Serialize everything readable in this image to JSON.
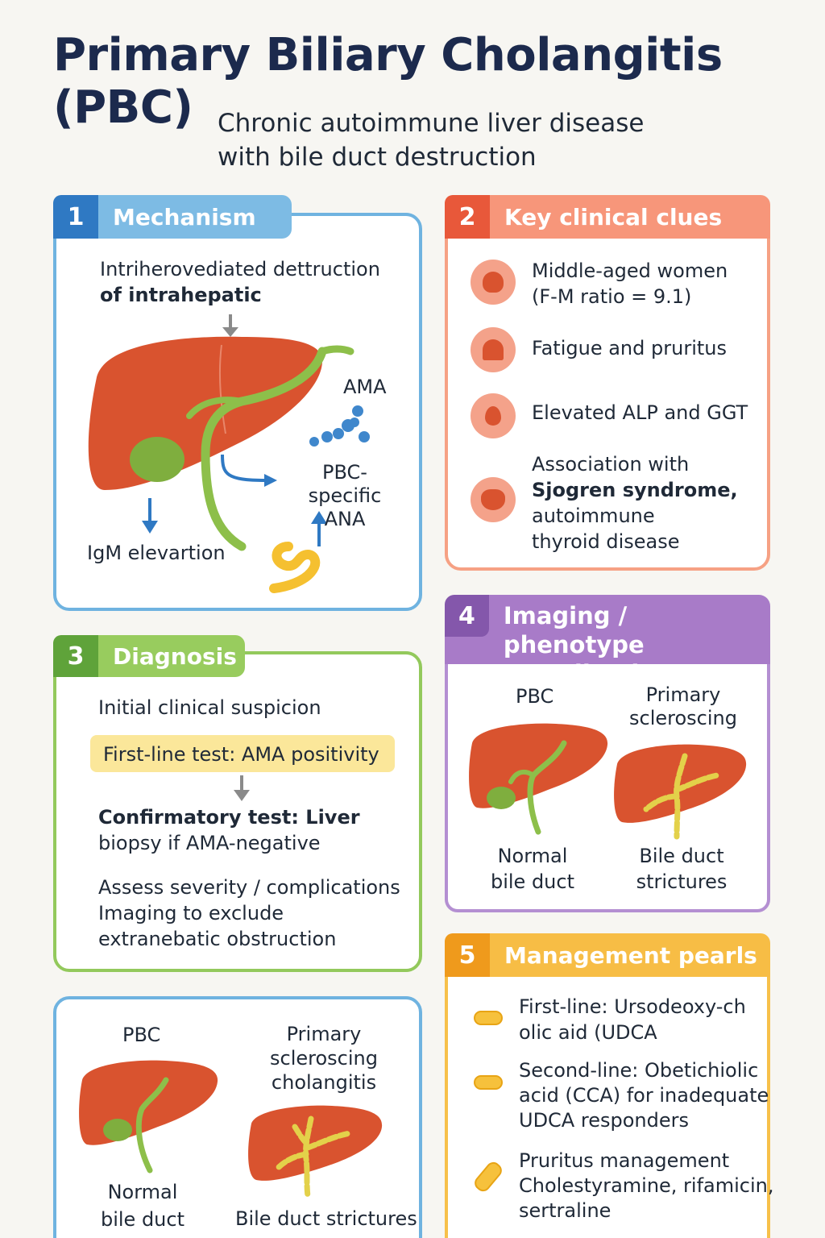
{
  "header": {
    "title_line1": "Primary Biliary Cholangitis",
    "title_line2": "(PBC)",
    "subtitle_line1": "Chronic autoimmune liver disease",
    "subtitle_line2": "with bile duct destruction"
  },
  "colors": {
    "blue": "#5aa8dc",
    "orange": "#f4806a",
    "green": "#86c44e",
    "purple": "#a87bc8",
    "yellow": "#f5b93a",
    "liver": "#d9532f",
    "bile": "#8dbf4a"
  },
  "sections": {
    "mechanism": {
      "num": "1",
      "label": "Mechanism",
      "text_line1": "Intriherovediated dettruction",
      "text_line2": "of intrahepatic",
      "ama": "AMA",
      "pbc_ana_line1": "PBC-specific",
      "pbc_ana_line2": "ANA",
      "igm": "IgM elevartion"
    },
    "clues": {
      "num": "2",
      "label": "Key clinical clues",
      "items": [
        {
          "icon": "woman-icon",
          "line1": "Middle-aged women",
          "line2": "(F-M ratio = 9.1)"
        },
        {
          "icon": "person-head-icon",
          "line1": "Fatigue and pruritus"
        },
        {
          "icon": "blood-drop-icon",
          "line1": "Elevated ALP and GGT"
        },
        {
          "icon": "lungs-icon",
          "line1": "Association with",
          "line2": "Sjogren syndrome,",
          "line3": "autoimmune",
          "line4": "thyroid disease"
        }
      ]
    },
    "diagnosis": {
      "num": "3",
      "label": "Diagnosis",
      "initial": "Initial clinical suspicion",
      "first_line": "First-line test: AMA positivity",
      "confirm_line1": "Confirmatory test: Liver",
      "confirm_line2": "biopsy if AMA-negative",
      "assess_line1": "Assess severity / complications",
      "assess_line2": "Imaging to exclude",
      "assess_line3": "extranebatic obstruction"
    },
    "imaging": {
      "num": "4",
      "label_line1": "Imaging / phenotype",
      "label_line2": "complications",
      "left_title": "PBC",
      "right_title_line1": "Primary",
      "right_title_line2": "scleroscing",
      "left_caption_line1": "Normal",
      "left_caption_line2": "bile duct",
      "right_caption_line1": "Bile duct",
      "right_caption_line2": "strictures"
    },
    "bottom_compare": {
      "left_title": "PBC",
      "right_title_line1": "Primary",
      "right_title_line2": "scleroscing",
      "right_title_line3": "cholangitis",
      "left_caption_line1": "Normal",
      "left_caption_line2": "bile duct",
      "right_caption": "Bile duct strictures"
    },
    "management": {
      "num": "5",
      "label": "Management pearls",
      "items": [
        {
          "line1": "First-line: Ursodeoxy-ch",
          "line2": "olic aid (UDCA"
        },
        {
          "line1": "Second-line: Obetichiolic",
          "line2": "acid (CCA) for inadequate",
          "line3": "UDCA responders"
        },
        {
          "line1": "Pruritus management",
          "line2": "Cholestyramine, rifamicin,",
          "line3": "sertraline"
        }
      ]
    }
  }
}
